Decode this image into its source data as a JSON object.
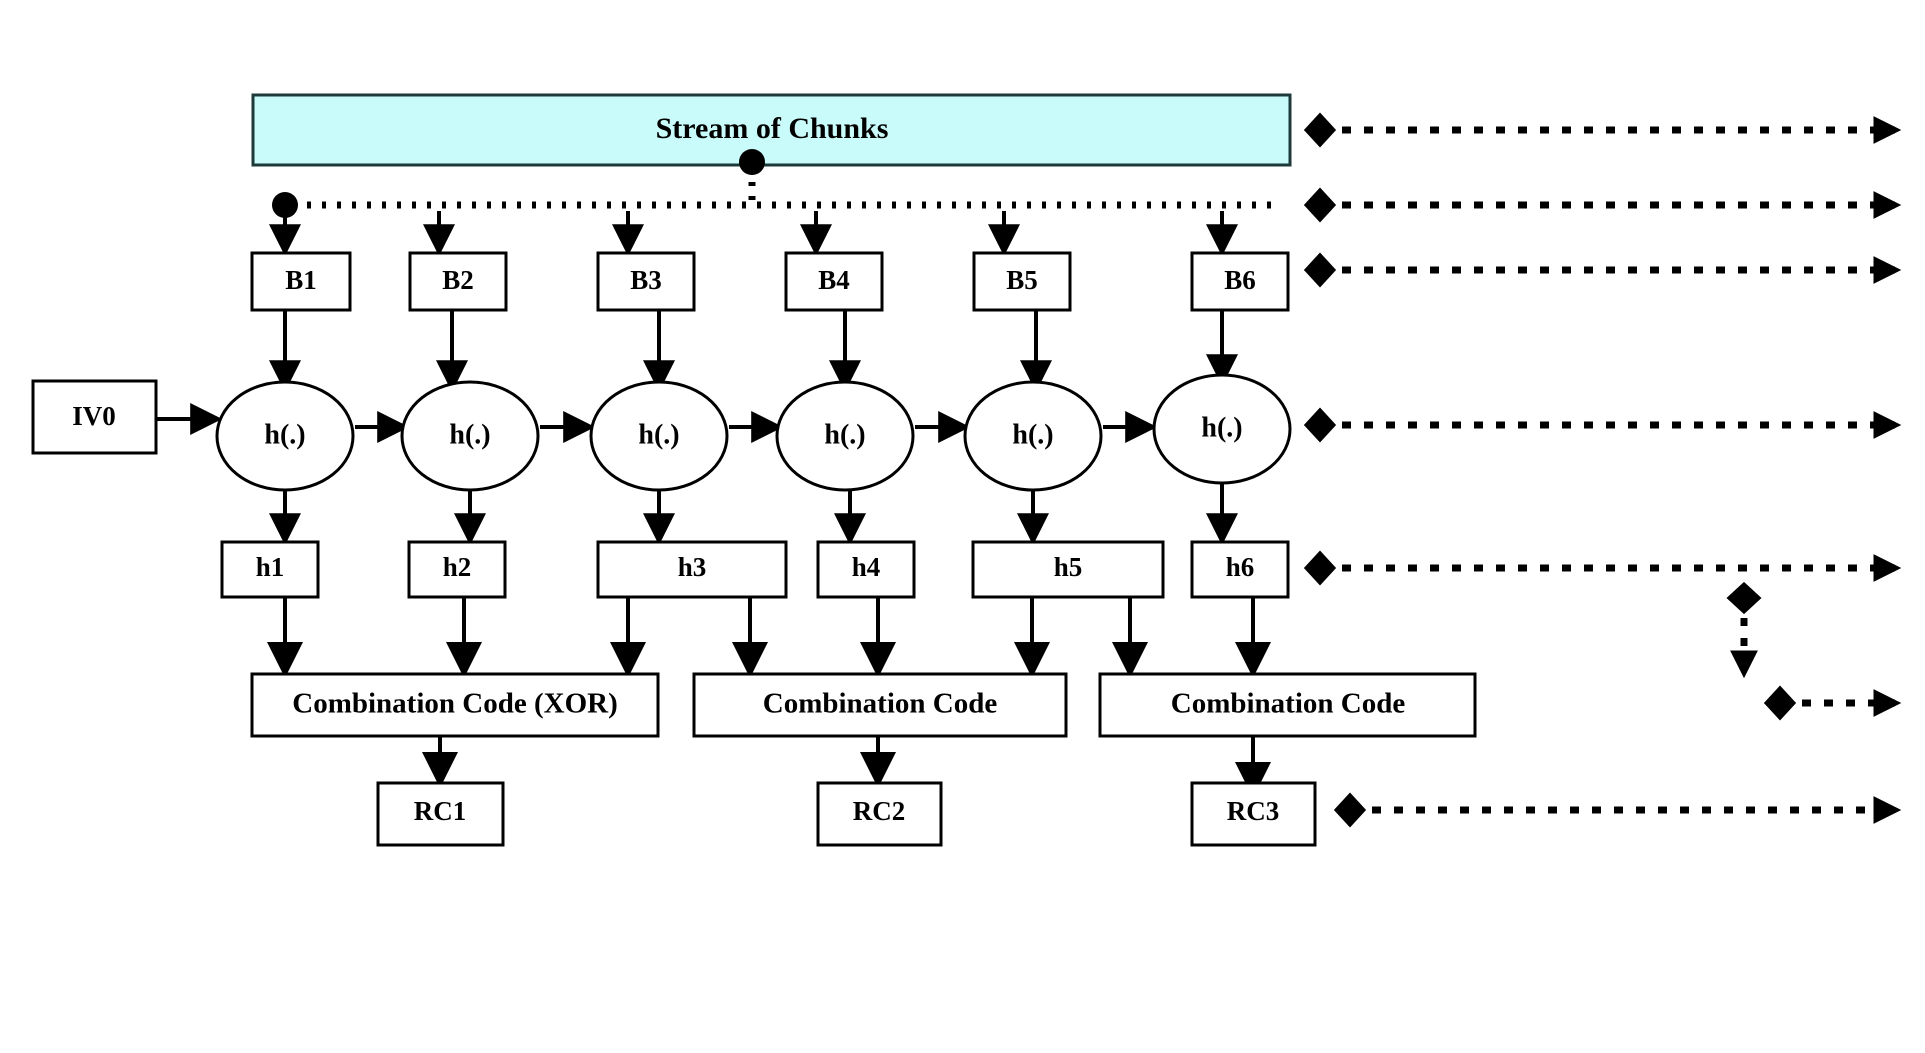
{
  "diagram": {
    "title_text": "Stream  of Chunks",
    "colors": {
      "stream_fill": "#c9fbfb",
      "stream_stroke": "#1d3a3a",
      "line": "#000000",
      "background": "#ffffff"
    },
    "iv": {
      "label": "IV0"
    },
    "chunk_blocks": [
      {
        "label": "B1"
      },
      {
        "label": "B2"
      },
      {
        "label": "B3"
      },
      {
        "label": "B4"
      },
      {
        "label": "B5"
      },
      {
        "label": "B6"
      }
    ],
    "hash_nodes": [
      {
        "label": "h(.)"
      },
      {
        "label": "h(.)"
      },
      {
        "label": "h(.)"
      },
      {
        "label": "h(.)"
      },
      {
        "label": "h(.)"
      },
      {
        "label": "h(.)"
      }
    ],
    "hash_outputs": [
      {
        "label": "h1"
      },
      {
        "label": "h2"
      },
      {
        "label": "h3"
      },
      {
        "label": "h4"
      },
      {
        "label": "h5"
      },
      {
        "label": "h6"
      }
    ],
    "combination_blocks": [
      {
        "label": "Combination Code (XOR)"
      },
      {
        "label": "Combination Code"
      },
      {
        "label": "Combination Code"
      }
    ],
    "result_codes": [
      {
        "label": "RC1"
      },
      {
        "label": "RC2"
      },
      {
        "label": "RC3"
      }
    ],
    "continuation_markers": {
      "count": 7,
      "style": "diamond-dotted-arrow",
      "note": "dotted continuation arrows on the right edge"
    }
  }
}
